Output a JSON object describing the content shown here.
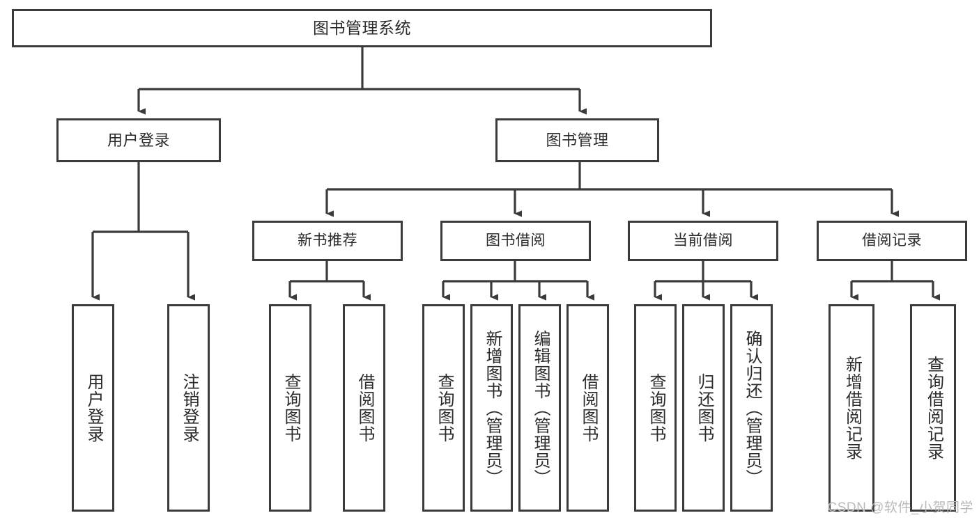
{
  "diagram": {
    "title": "图书管理系统",
    "type": "tree",
    "root": {
      "label": "图书管理系统"
    },
    "level2": [
      {
        "label": "用户登录"
      },
      {
        "label": "图书管理"
      }
    ],
    "level3": [
      {
        "label": "新书推荐"
      },
      {
        "label": "图书借阅"
      },
      {
        "label": "当前借阅"
      },
      {
        "label": "借阅记录"
      }
    ],
    "leaves": {
      "user_login": [
        {
          "label": "用户登录"
        },
        {
          "label": "注销登录"
        }
      ],
      "new_book_recommend": [
        {
          "label": "查询图书"
        },
        {
          "label": "借阅图书"
        }
      ],
      "book_borrow": [
        {
          "label": "查询图书"
        },
        {
          "label": "新增图书（管理员）"
        },
        {
          "label": "编辑图书（管理员）"
        },
        {
          "label": "借阅图书"
        }
      ],
      "current_borrow": [
        {
          "label": "查询图书"
        },
        {
          "label": "归还图书"
        },
        {
          "label": "确认归还（管理员）"
        }
      ],
      "borrow_record": [
        {
          "label": "新增借阅记录"
        },
        {
          "label": "查询借阅记录"
        }
      ]
    }
  },
  "watermark": {
    "text": "CSDN @软件_小贺同学"
  },
  "colors": {
    "stroke": "#3b3b3b",
    "background": "#ffffff",
    "text": "#2b2b2b",
    "watermark": "#b9b9b9"
  }
}
